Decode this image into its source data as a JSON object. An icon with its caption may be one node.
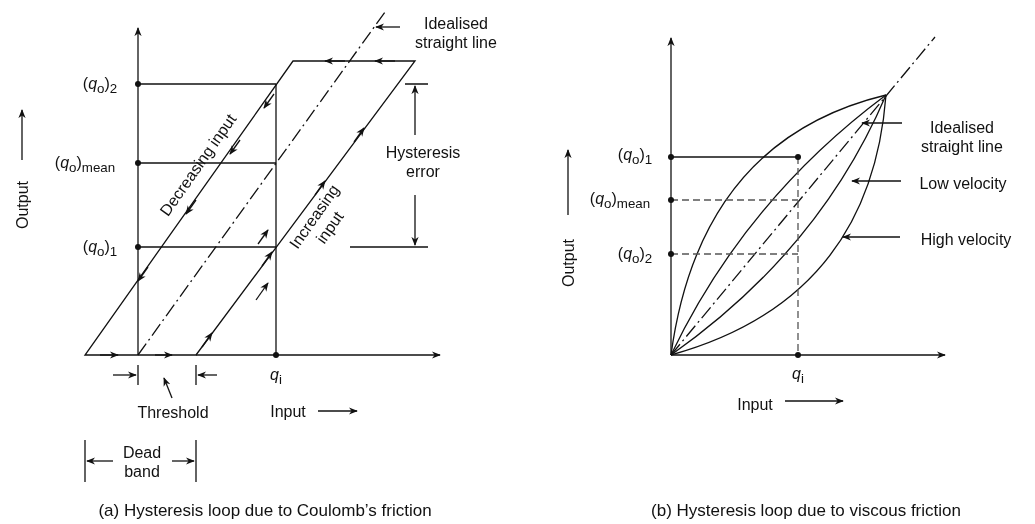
{
  "diagram": {
    "nodes": [
      {
        "text": [
          "Idealised straight line"
        ]
      },
      {
        "text": [
          "Threshold"
        ]
      },
      {
        "text": [
          "Idealised straight line"
        ]
      },
      {
        "text": [
          "Low velocity"
        ]
      },
      {
        "text": [
          "High velocity"
        ]
      }
    ],
    "edges": [
      {
        "from": 0,
        "to": null,
        "arrow": "to"
      },
      {
        "from": 1,
        "to": null,
        "arrow": "to"
      },
      {
        "from": 2,
        "to": null,
        "arrow": "to"
      },
      {
        "from": 3,
        "to": null,
        "arrow": "to"
      },
      {
        "from": 4,
        "to": null,
        "arrow": "to"
      }
    ],
    "labels": [
      "(*q*$_{o}$)$_{2}$",
      "(*q*$_{o}$)$_{mean}$",
      "(*q*$_{o}$)$_{1}$",
      "Output",
      "Decreasing input",
      "Increasing input",
      "Hysteresis error",
      "*q*$_{i}$",
      "Input",
      "Dead band",
      "(a) Hysteresis loop due to Coulomb’s friction",
      "(*q*$_{o}$)$_{1}$",
      "(*q*$_{o}$)$_{mean}$",
      "(*q*$_{o}$)$_{2}$",
      "Output",
      "*q*$_{i}$",
      "Input",
      "(b) Hysteresis loop due to viscous friction"
    ]
  }
}
